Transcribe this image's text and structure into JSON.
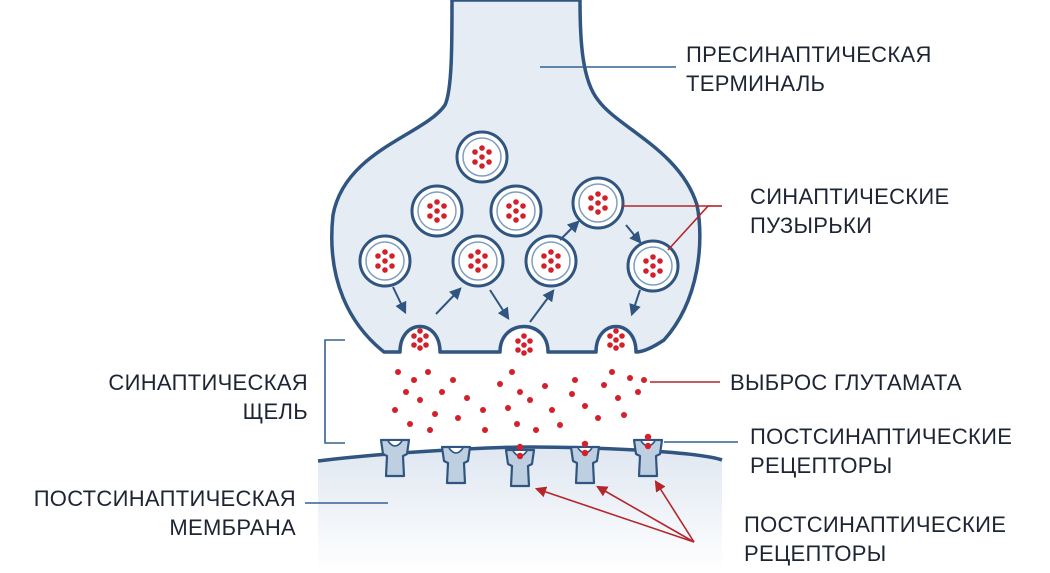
{
  "labels": {
    "presynaptic_terminal": [
      "ПРЕСИНАПТИЧЕСКАЯ",
      "ТЕРМИНАЛЬ"
    ],
    "synaptic_vesicles": [
      "СИНАПТИЧЕСКИЕ",
      "ПУЗЫРЬКИ"
    ],
    "synaptic_cleft": [
      "СИНАПТИЧЕСКАЯ",
      "ЩЕЛЬ"
    ],
    "glutamate_release": [
      "ВЫБРОС ГЛУТАМАТА"
    ],
    "postsynaptic_receptors_top": [
      "ПОСТСИНАПТИЧЕСКИЕ",
      "РЕЦЕПТОРЫ"
    ],
    "postsynaptic_membrane": [
      "ПОСТСИНАПТИЧЕСКАЯ",
      "МЕМБРАНА"
    ],
    "postsynaptic_receptors_bottom": [
      "ПОСТСИНАПТИЧЕСКИЕ",
      "РЕЦЕПТОРЫ"
    ]
  },
  "colors": {
    "membrane_stroke": "#2f5580",
    "terminal_fill": "#e6ecf4",
    "vesicle_fill": "#ffffff",
    "glutamate": "#d3202a",
    "leader_blue": "#34618f",
    "leader_red": "#b3262c",
    "text": "#1d2433"
  }
}
